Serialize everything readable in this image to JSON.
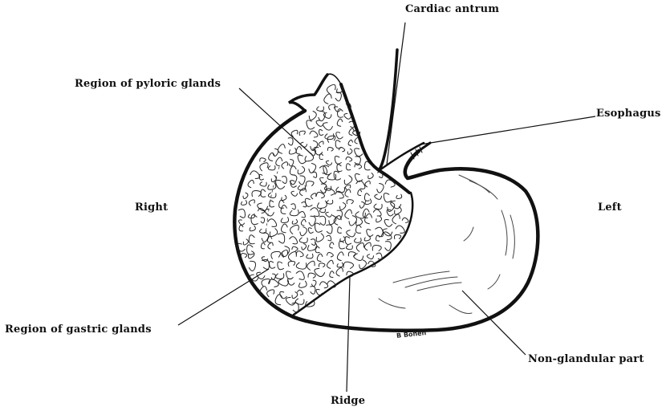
{
  "labels": {
    "cardiac_antrum": "Cardiac antrum",
    "pyloric_glands": "Region of pyloric glands",
    "esophagus": "Esophagus",
    "right": "Right",
    "left": "Left",
    "gastric_glands": "Region of gastric glands",
    "non_glandular": "Non-glandular part",
    "ridge": "Ridge"
  },
  "signature": "B Bohen",
  "colors": {
    "ink": "#111111",
    "paper": "#ffffff"
  }
}
